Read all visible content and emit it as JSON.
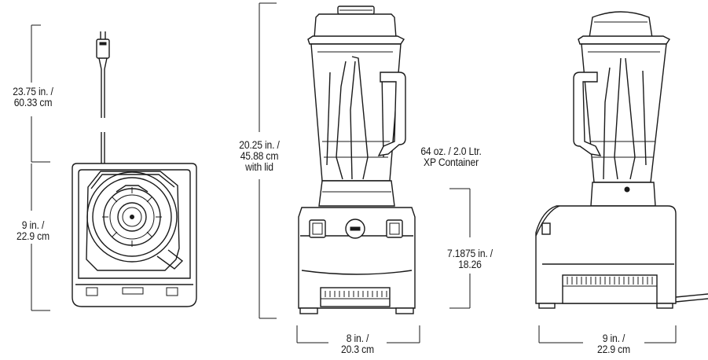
{
  "dimensions": {
    "cord_length": {
      "line1": "23.75 in. /",
      "line2": "60.33 cm"
    },
    "base_depth": {
      "line1": "9 in. /",
      "line2": "22.9 cm"
    },
    "total_height": {
      "line1": "20.25 in. /",
      "line2": "45.88 cm",
      "line3": "with lid"
    },
    "container": {
      "line1": "64 oz. / 2.0 Ltr.",
      "line2": "XP Container"
    },
    "base_height": {
      "line1": "7.1875 in. /",
      "line2": "18.26"
    },
    "front_width": {
      "line1": "8 in. /",
      "line2": "20.3 cm"
    },
    "side_width": {
      "line1": "9 in. /",
      "line2": "22.9 cm"
    }
  }
}
